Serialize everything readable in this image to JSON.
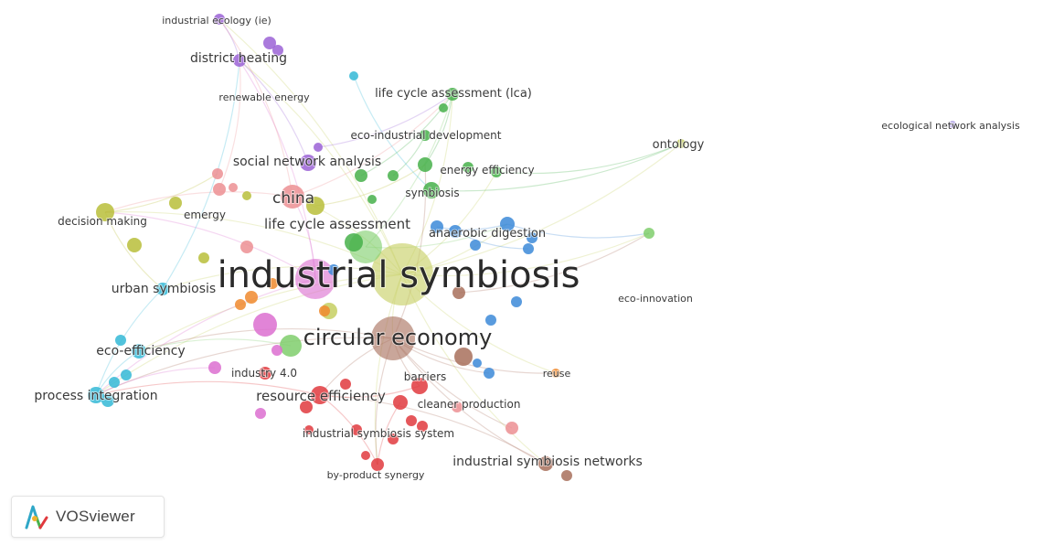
{
  "app": {
    "name": "VOSviewer",
    "logo_icon": "vosviewer-logo-icon"
  },
  "cluster_colors": {
    "red": "#e0393e",
    "green": "#46b04a",
    "blue": "#3c8ad8",
    "yellowgreen": "#c6cf62",
    "purple": "#9b63d6",
    "cyan": "#34b8d6",
    "orange": "#f08a2e",
    "brown": "#a8705c",
    "pink": "#dc6fd0",
    "salmon": "#ec8f93",
    "lightgreen": "#7fce6c",
    "olive": "#b9be3a",
    "lavender": "#b4a6e4"
  },
  "labels": {
    "industrial_symbiosis": "industrial symbiosis",
    "circular_economy": "circular economy",
    "industrial_ecology": "industrial ecology (ie)",
    "district_heating": "district heating",
    "renewable_energy": "renewable energy",
    "lca_abbrev": "life cycle assessment (lca)",
    "eco_industrial_development": "eco-industrial development",
    "energy_efficiency": "energy efficiency",
    "social_network_analysis": "social network analysis",
    "ontology": "ontology",
    "ecological_network_analysis": "ecological network analysis",
    "china": "china",
    "symbiosis": "symbiosis",
    "decision_making": "decision making",
    "emergy": "emergy",
    "life_cycle_assessment": "life cycle assessment",
    "anaerobic_digestion": "anaerobic digestion",
    "urban_symbiosis": "urban symbiosis",
    "eco_innovation": "eco-innovation",
    "eco_efficiency": "eco-efficiency",
    "industry_40": "industry 4.0",
    "barriers": "barriers",
    "reuse": "reuse",
    "process_integration": "process integration",
    "resource_efficiency": "resource efficiency",
    "cleaner_production": "cleaner production",
    "industrial_symbiosis_system": "industrial symbiosis system",
    "industrial_symbiosis_networks": "industrial symbiosis networks",
    "by_product_synergy": "by-product synergy"
  }
}
